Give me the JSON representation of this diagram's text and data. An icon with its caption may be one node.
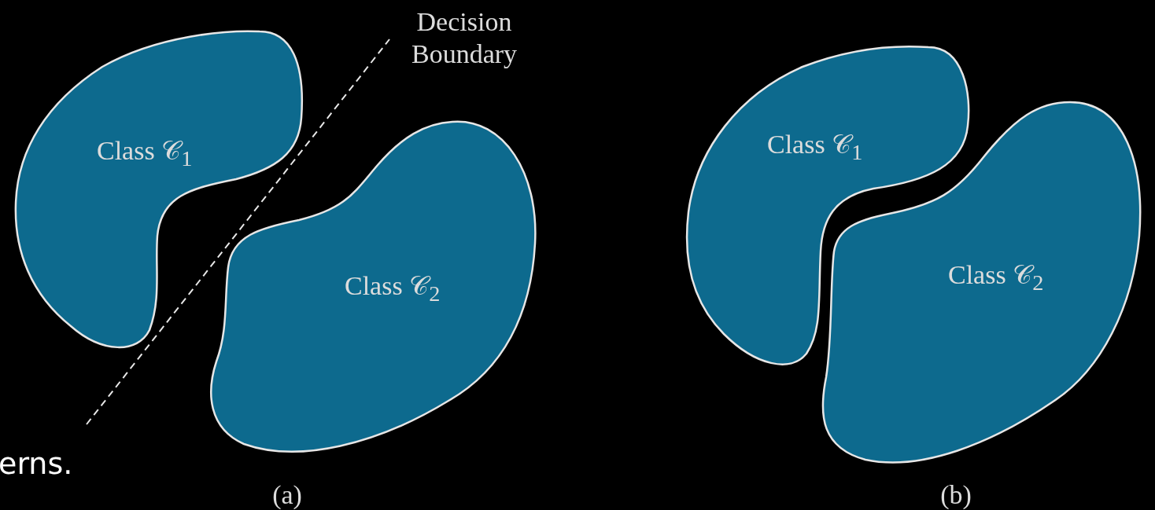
{
  "diagram": {
    "nodes": [
      {
        "text": [
          "Class 𝒞$_{1}$"
        ]
      },
      {
        "text": [
          "Class 𝒞$_{2}$"
        ]
      },
      {
        "text": [
          "Class 𝒞$_{1}$"
        ]
      },
      {
        "text": [
          "Class 𝒞$_{2}$"
        ]
      }
    ],
    "labels": [
      "Decision Boundary",
      "(a)",
      "(b)",
      "erns."
    ]
  }
}
